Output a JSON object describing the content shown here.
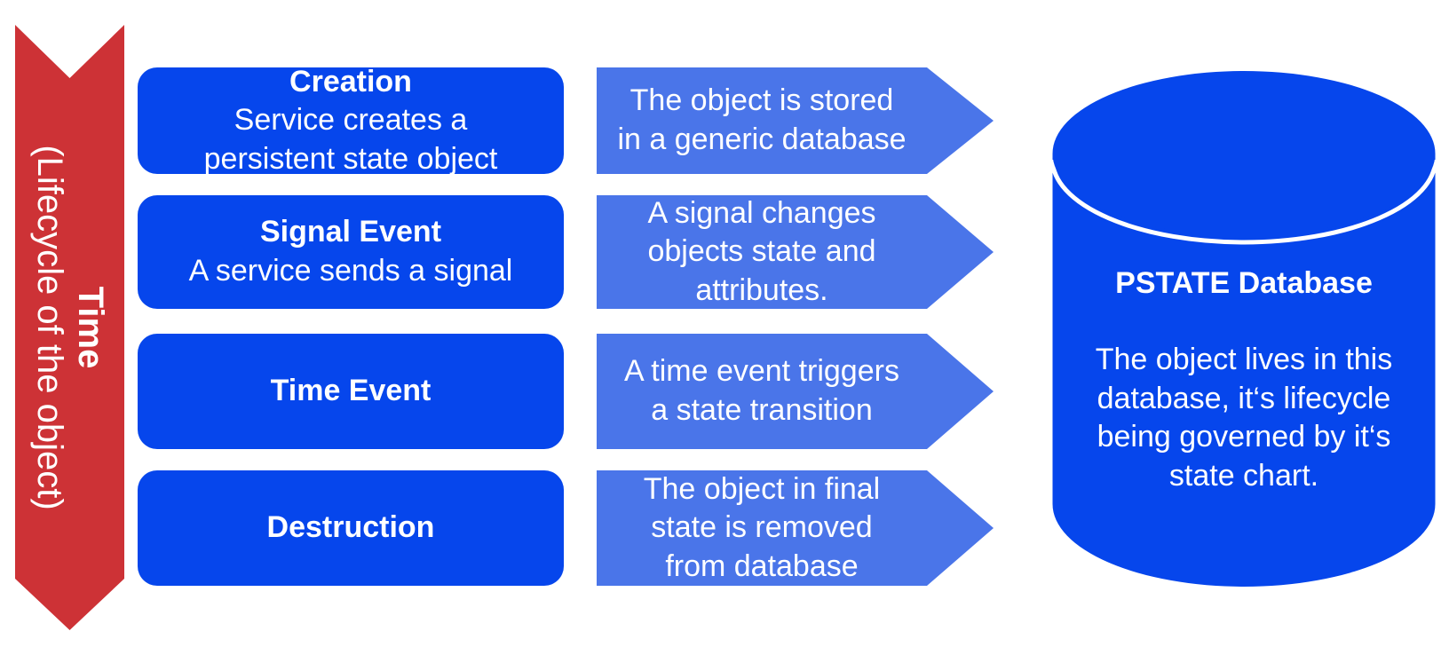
{
  "colors": {
    "primary-blue": "#0646EC",
    "light-blue": "#4A75E9",
    "red": "#CD3236",
    "text-on-color": "#FFFFFF"
  },
  "timeline": {
    "title": "Time",
    "subtitle": "(Lifecycle of the object)"
  },
  "rows": [
    {
      "box": {
        "title": "Creation",
        "lines": [
          "Service creates a",
          "persistent state object"
        ]
      },
      "arrow": {
        "lines": [
          "The object is stored",
          "in a generic database"
        ]
      }
    },
    {
      "box": {
        "title": "Signal Event",
        "lines": [
          "A service sends a signal"
        ]
      },
      "arrow": {
        "lines": [
          "A signal changes",
          "objects state and",
          "attributes."
        ]
      }
    },
    {
      "box": {
        "title": "Time Event",
        "lines": []
      },
      "arrow": {
        "lines": [
          "A time event triggers",
          "a state transition"
        ]
      }
    },
    {
      "box": {
        "title": "Destruction",
        "lines": []
      },
      "arrow": {
        "lines": [
          "The object in final",
          "state is removed",
          "from database"
        ]
      }
    }
  ],
  "database": {
    "title": "PSTATE Database",
    "lines": [
      "The object lives in this",
      "database, it‘s lifecycle",
      "being governed by it‘s",
      "state chart."
    ]
  }
}
